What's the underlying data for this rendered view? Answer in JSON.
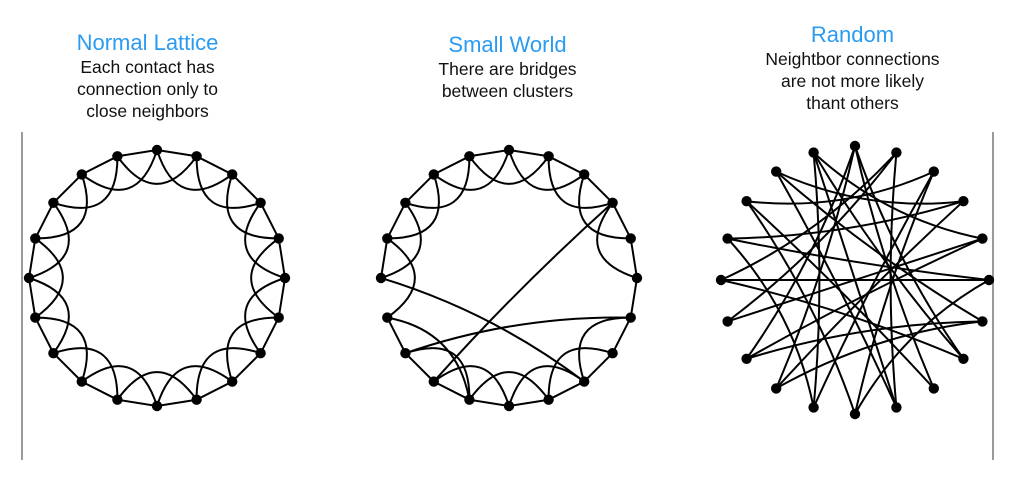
{
  "panels": [
    {
      "title": "Normal Lattice",
      "description": [
        "Each contact has",
        "connection only to",
        "close neighbors"
      ]
    },
    {
      "title": "Small World",
      "description": [
        "There are bridges",
        "between clusters"
      ]
    },
    {
      "title": "Random",
      "description": [
        "Neightbor connections",
        "are not more likely",
        "thant others"
      ]
    }
  ],
  "colors": {
    "title": "#2a9bf0",
    "text": "#111111",
    "graph": "#000000",
    "divider": "#9a9a9a"
  }
}
